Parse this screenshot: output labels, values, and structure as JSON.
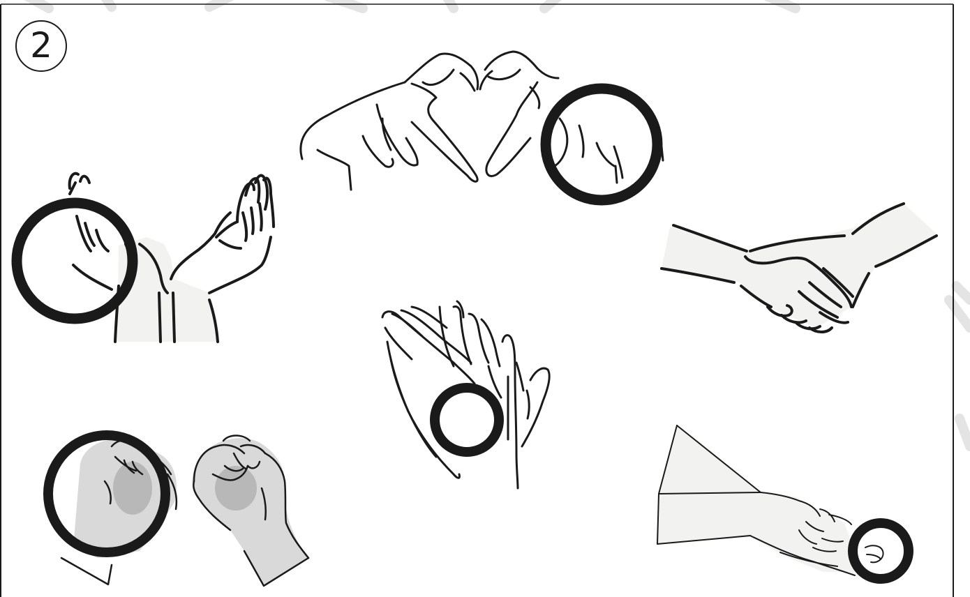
{
  "step": {
    "number": "2"
  },
  "colors": {
    "line": "#1a1a1a",
    "skin_light": "#f2f2f0",
    "fist_fill": "#d9d9d9",
    "fist_shadow": "#b8b8b8",
    "border": "#1a1a1a",
    "watermark": "#e6e6e6"
  },
  "illustrations": [
    {
      "name": "cupped-hands",
      "highlighted": true
    },
    {
      "name": "heart-hands",
      "highlighted": true
    },
    {
      "name": "handshake",
      "highlighted": false
    },
    {
      "name": "palms-together",
      "highlighted": true
    },
    {
      "name": "fists",
      "highlighted": true
    },
    {
      "name": "fingertips-rub",
      "highlighted": true
    }
  ]
}
